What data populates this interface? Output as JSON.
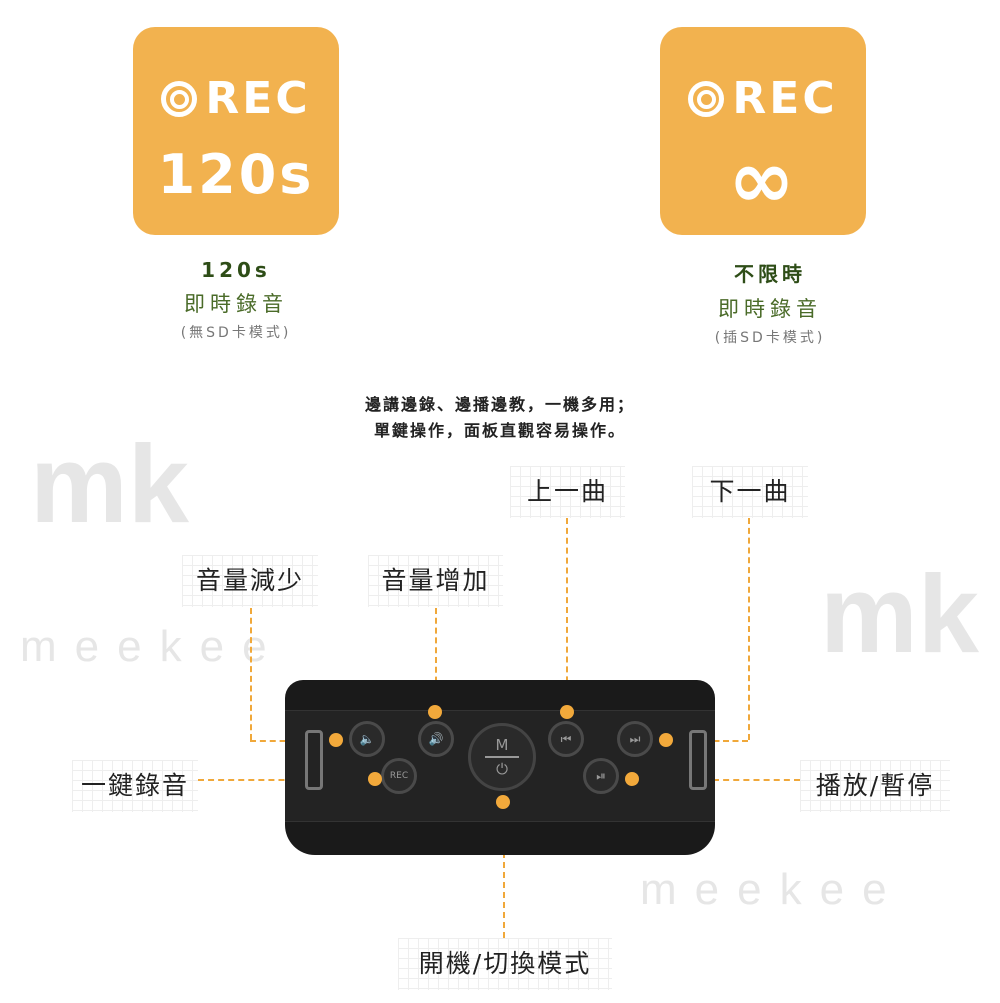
{
  "watermark": {
    "logo": "mk",
    "text": "meekee"
  },
  "cards": [
    {
      "rec": "REC",
      "value": "120s",
      "title": "120s",
      "subtitle": "即時錄音",
      "mode": "(無SD卡模式)"
    },
    {
      "rec": "REC",
      "value": "∞",
      "title": "不限時",
      "subtitle": "即時錄音",
      "mode": "(插SD卡模式)"
    }
  ],
  "intro": {
    "line1": "邊講邊錄、邊播邊教，一機多用；",
    "line2": "單鍵操作，面板直觀容易操作。"
  },
  "labels": {
    "prev": "上一曲",
    "next": "下一曲",
    "vol_down": "音量減少",
    "vol_up": "音量增加",
    "record": "一鍵錄音",
    "play_pause": "播放/暫停",
    "power": "開機/切換模式"
  },
  "device": {
    "rec_button": "REC",
    "mode_button": "M",
    "power_symbol": "⏻",
    "vol_down": "🔈",
    "vol_up": "🔊",
    "prev": "⏮",
    "next": "⏭",
    "play": "⏯"
  },
  "accent": "#f2b24f"
}
